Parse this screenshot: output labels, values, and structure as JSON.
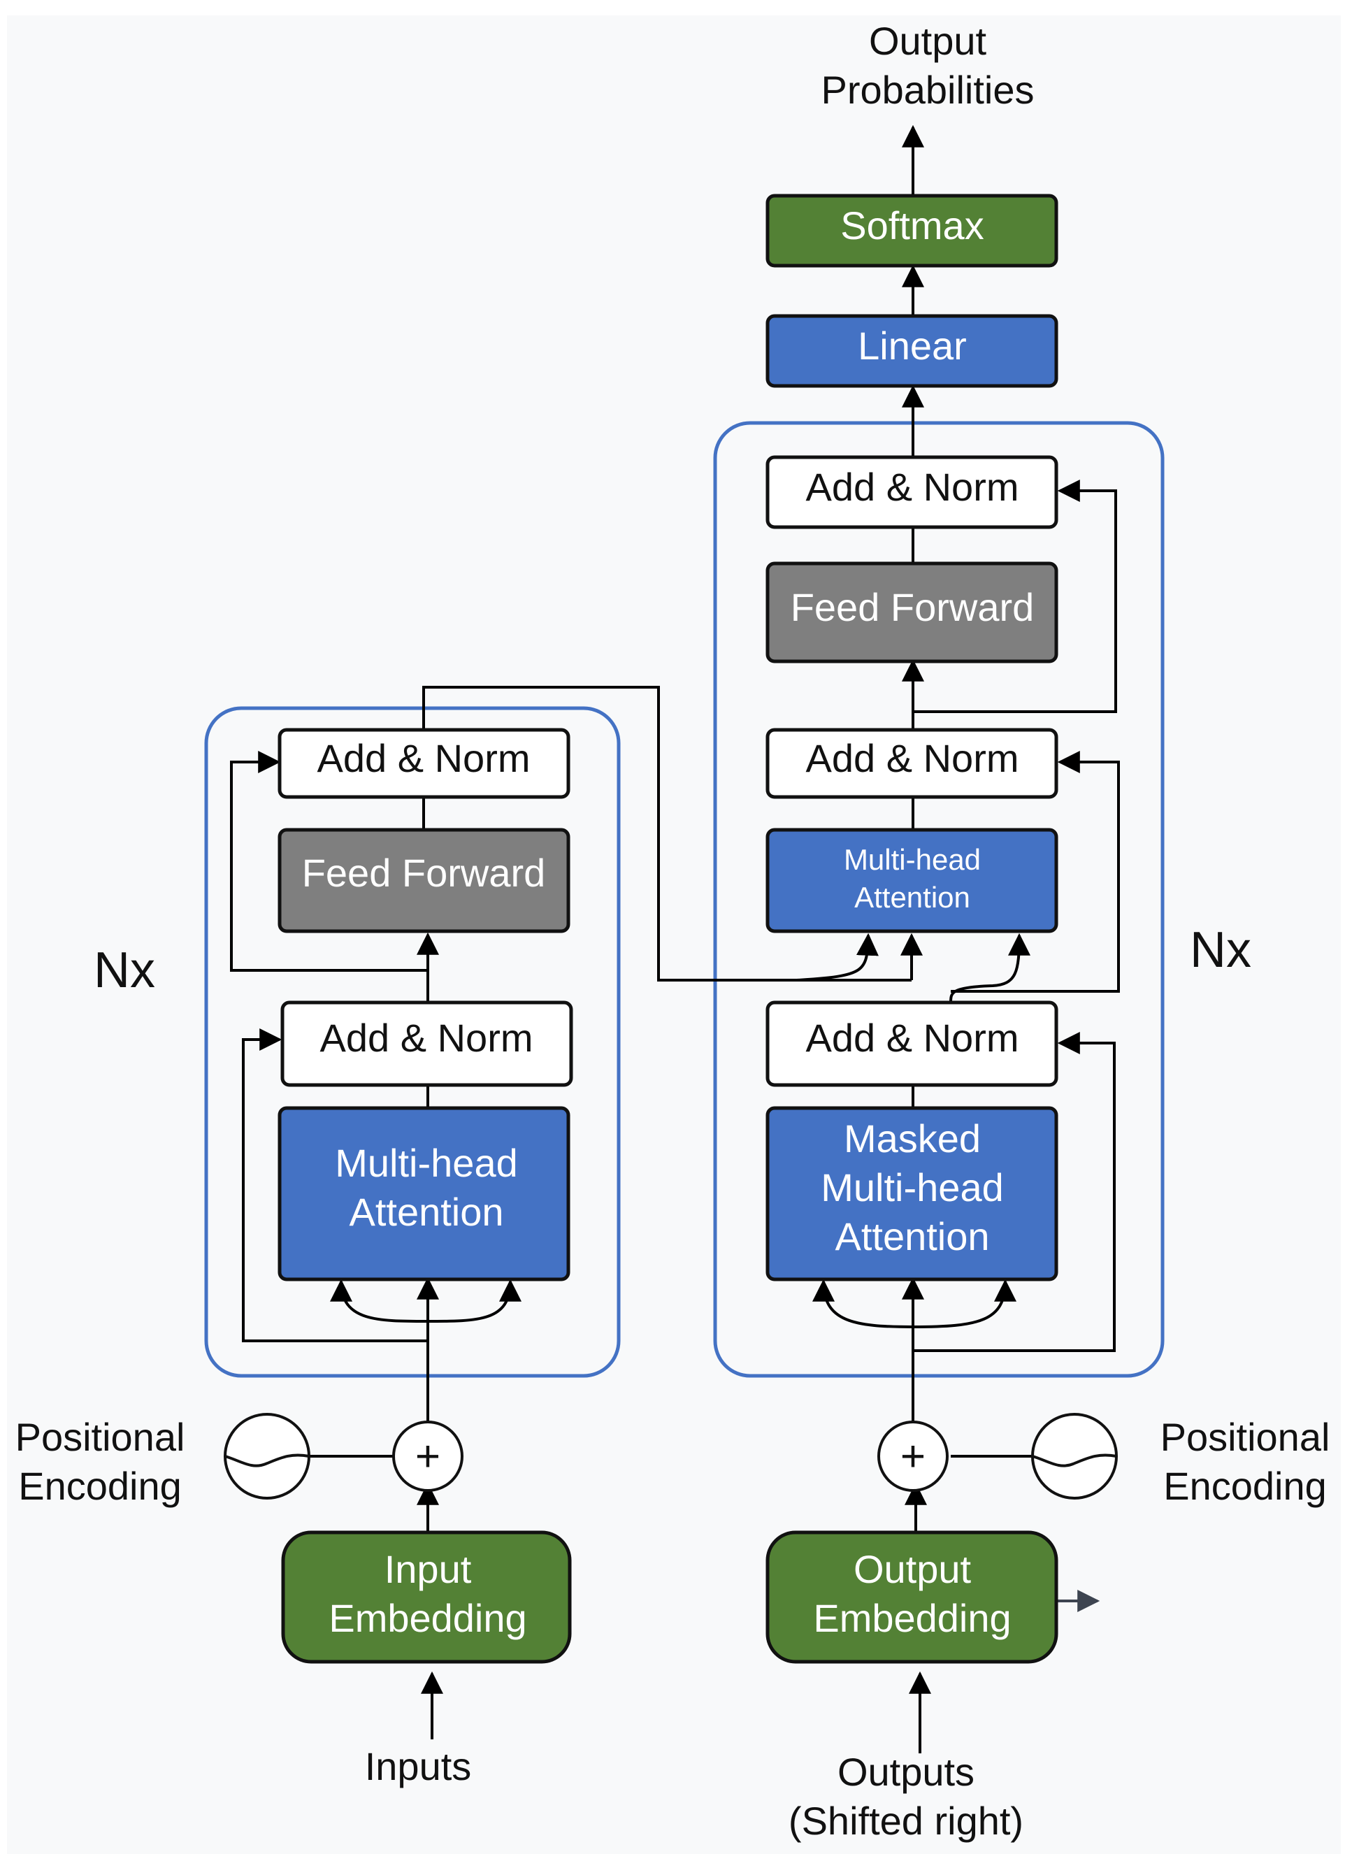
{
  "output_label_line1": "Output",
  "output_label_line2": "Probabilities",
  "softmax": "Softmax",
  "linear": "Linear",
  "nx_left": "Nx",
  "nx_right": "Nx",
  "encoder": {
    "add_norm_top": "Add & Norm",
    "feed_forward": "Feed Forward",
    "add_norm_bottom": "Add & Norm",
    "attention_line1": "Multi-head",
    "attention_line2": "Attention",
    "plus": "+",
    "positional_line1": "Positional",
    "positional_line2": "Encoding",
    "embedding_line1": "Input",
    "embedding_line2": "Embedding",
    "inputs": "Inputs"
  },
  "decoder": {
    "add_norm_top": "Add & Norm",
    "feed_forward": "Feed Forward",
    "add_norm_middle": "Add & Norm",
    "cross_attention_line1": "Multi-head",
    "cross_attention_line2": "Attention",
    "add_norm_bottom": "Add & Norm",
    "masked_line1": "Masked",
    "masked_line2": "Multi-head",
    "masked_line3": "Attention",
    "plus": "+",
    "positional_line1": "Positional",
    "positional_line2": "Encoding",
    "embedding_line1": "Output",
    "embedding_line2": "Embedding",
    "outputs_line1": "Outputs",
    "outputs_line2": "(Shifted right)"
  },
  "colors": {
    "green": "#538135",
    "blue": "#4472c4",
    "gray": "#7f7f7f",
    "frame": "#4472c4",
    "line": "#000000"
  }
}
